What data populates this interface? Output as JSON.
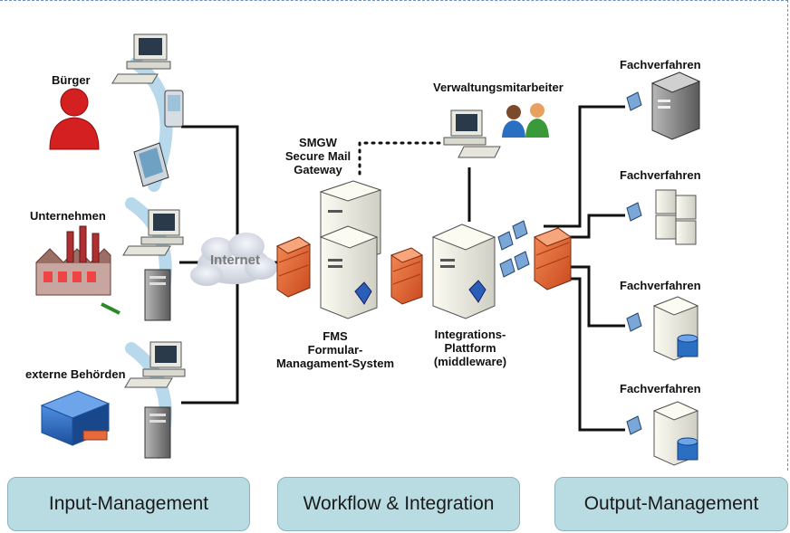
{
  "labels": {
    "buerger": "Bürger",
    "unternehmen": "Unternehmen",
    "externe_behoerden": "externe Behörden",
    "internet": "Internet",
    "smgw": [
      "SMGW",
      "Secure Mail",
      "Gateway"
    ],
    "verwaltungsmitarbeiter": "Verwaltungsmitarbeiter",
    "fms": [
      "FMS",
      "Formular-",
      "Managament-System"
    ],
    "integrations": [
      "Integrations-",
      "Plattform",
      "(middleware)"
    ],
    "fachverfahren": [
      "Fachverfahren",
      "Fachverfahren",
      "Fachverfahren",
      "Fachverfahren"
    ]
  },
  "footer": {
    "input": "Input-Management",
    "workflow": "Workflow & Integration",
    "output": "Output-Management"
  },
  "colors": {
    "footer_bg": "#b9dce3",
    "firewall": "#e8693a",
    "curve_band": "#b8d8ec",
    "person_red": "#d42020",
    "database_blue": "#2a6fc2"
  },
  "icons": [
    "person-icon",
    "factory-icon",
    "database-cube-icon",
    "computer-icon",
    "pda-icon",
    "tablet-icon",
    "server-icon",
    "firewall-icon",
    "cloud-icon",
    "people-icon",
    "connector-icon",
    "server-cluster-icon",
    "database-server-icon"
  ]
}
